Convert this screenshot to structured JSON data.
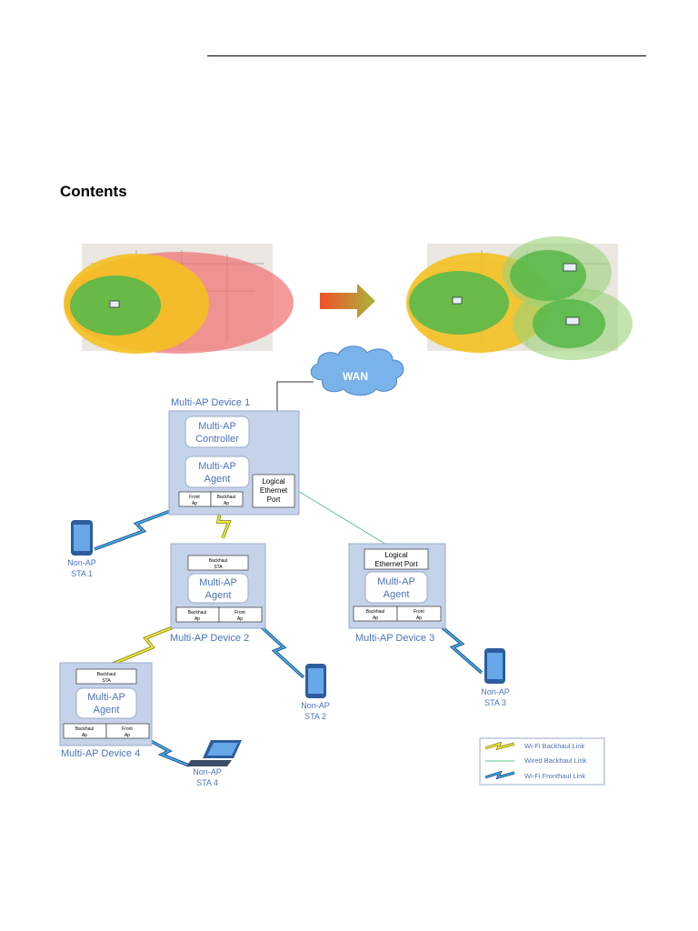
{
  "heading": "Contents",
  "wan": "WAN",
  "devices": {
    "d1": {
      "title": "Multi-AP Device 1",
      "controller_l1": "Multi-AP",
      "controller_l2": "Controller",
      "agent_l1": "Multi-AP",
      "agent_l2": "Agent",
      "front_l1": "Front",
      "front_l2": "Ap",
      "back_l1": "Backhaul",
      "back_l2": "Ap",
      "eth_l1": "Logical",
      "eth_l2": "Ethernet",
      "eth_l3": "Port"
    },
    "d2": {
      "title": "Multi-AP Device 2",
      "sta_l1": "Backhaul",
      "sta_l2": "STA",
      "agent_l1": "Multi-AP",
      "agent_l2": "Agent",
      "back_l1": "Backhaul",
      "back_l2": "Ap",
      "front_l1": "Front",
      "front_l2": "Ap"
    },
    "d3": {
      "title": "Multi-AP Device 3",
      "eth_l1": "Logical",
      "eth_l2": "Ethernet Port",
      "agent_l1": "Multi-AP",
      "agent_l2": "Agent",
      "back_l1": "Backhaul",
      "back_l2": "Ap",
      "front_l1": "Front",
      "front_l2": "Ap"
    },
    "d4": {
      "title": "Multi-AP Device 4",
      "sta_l1": "Backhaul",
      "sta_l2": "STA",
      "agent_l1": "Multi-AP",
      "agent_l2": "Agent",
      "back_l1": "Backhaul",
      "back_l2": "Ap",
      "front_l1": "Front",
      "front_l2": "Ap"
    }
  },
  "stations": {
    "sta1": {
      "l1": "Non-AP",
      "l2": "STA 1"
    },
    "sta2": {
      "l1": "Non-AP",
      "l2": "STA 2"
    },
    "sta3": {
      "l1": "Non-AP",
      "l2": "STA 3"
    },
    "sta4": {
      "l1": "Non-AP",
      "l2": "STA 4"
    }
  },
  "legend": {
    "backhaul": "Wi-Fi Backhaul Link",
    "wired": "Wired Backhaul Link",
    "fronthaul": "Wi-Fi Fronthaul Link"
  },
  "colors": {
    "device_fill": "#c5d3ea",
    "device_stroke": "#9aabc8",
    "label_blue": "#4a72b8",
    "wifi_backhaul": "#f2e836",
    "wifi_fronthaul": "#3fa9e8",
    "wired": "#5cc08a",
    "coverage_green": "#5ab94a",
    "coverage_yellow": "#f4c020",
    "coverage_red": "#ef6f6f"
  }
}
